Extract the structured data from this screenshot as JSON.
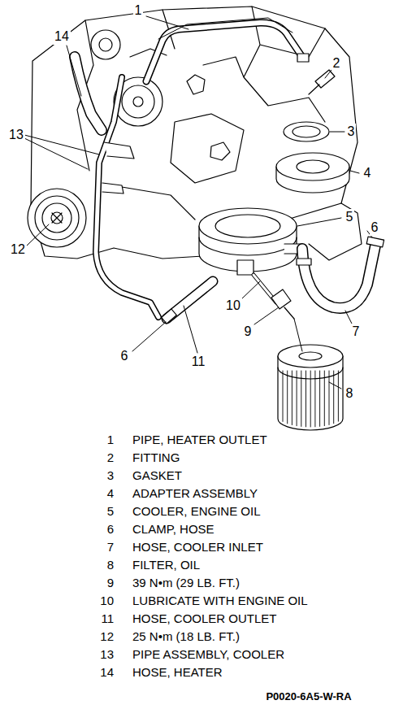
{
  "diagram": {
    "labels": [
      "14",
      "1",
      "2",
      "3",
      "13",
      "4",
      "5",
      "6",
      "12",
      "10",
      "9",
      "7",
      "6",
      "11",
      "8",
      "1",
      "PIPE, HEATER OUTLET",
      "2",
      "FITTING",
      "3",
      "GASKET",
      "4",
      "ADAPTER ASSEMBLY",
      "5",
      "COOLER, ENGINE OIL",
      "6",
      "CLAMP, HOSE",
      "7",
      "HOSE, COOLER INLET",
      "8",
      "FILTER, OIL",
      "9",
      "39 N•m (29 LB. FT.)",
      "10",
      "LUBRICATE WITH ENGINE OIL",
      "11",
      "HOSE, COOLER OUTLET",
      "12",
      "25 N•m (18 LB. FT.)",
      "13",
      "PIPE ASSEMBLY, COOLER",
      "14",
      "HOSE, HEATER",
      "P0020-6A5-W-RA"
    ]
  }
}
